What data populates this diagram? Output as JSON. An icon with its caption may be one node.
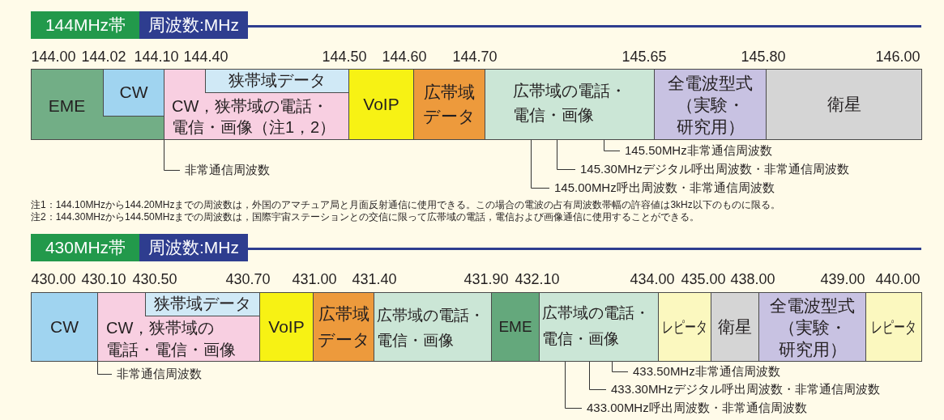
{
  "diagram": {
    "nodes": [
      {
        "text": [
          "144MHz帯"
        ]
      },
      {
        "text": [
          "周波数:MHz"
        ]
      },
      {
        "text": [
          "EME"
        ]
      },
      {
        "text": [
          "CW"
        ],
        "in": 2
      },
      {
        "text": [
          "CW，狭帯域の電話・電信・画像（注1，2）"
        ]
      },
      {
        "text": [
          "狭帯域データ"
        ],
        "in": 4
      },
      {
        "text": [
          "VoIP"
        ]
      },
      {
        "text": [
          "広帯域データ"
        ]
      },
      {
        "text": [
          "広帯域の電話・電信・画像"
        ]
      },
      {
        "text": [
          "全電波型式（実験・研究用）"
        ]
      },
      {
        "text": [
          "衛星"
        ]
      },
      {
        "text": [
          "非常通信周波数"
        ]
      },
      {
        "text": [
          "145.50MHz非常通信周波数"
        ]
      },
      {
        "text": [
          "145.30MHzデジタル呼出周波数・非常通信周波数"
        ]
      },
      {
        "text": [
          "145.00MHz呼出周波数・非常通信周波数"
        ]
      },
      {
        "text": [
          "430MHz帯"
        ]
      },
      {
        "text": [
          "周波数:MHz"
        ]
      },
      {
        "text": [
          "CW"
        ]
      },
      {
        "text": [
          "CW，狭帯域の電話・電信・画像"
        ]
      },
      {
        "text": [
          "狭帯域データ"
        ],
        "in": 18
      },
      {
        "text": [
          "VoIP"
        ]
      },
      {
        "text": [
          "広帯域データ"
        ]
      },
      {
        "text": [
          "広帯域の電話・電信・画像"
        ]
      },
      {
        "text": [
          "EME"
        ]
      },
      {
        "text": [
          "広帯域の電話・電信・画像"
        ]
      },
      {
        "text": [
          "レピータ"
        ]
      },
      {
        "text": [
          "衛星"
        ]
      },
      {
        "text": [
          "全電波型式（実験・研究用）"
        ]
      },
      {
        "text": [
          "レピータ"
        ]
      },
      {
        "text": [
          "非常通信周波数"
        ]
      },
      {
        "text": [
          "433.50MHz非常通信周波数"
        ]
      },
      {
        "text": [
          "433.30MHzデジタル呼出周波数・非常通信周波数"
        ]
      },
      {
        "text": [
          "433.00MHz呼出周波数・非常通信周波数"
        ]
      }
    ],
    "edges": [
      {
        "from": 11,
        "to": 4,
        "arrow": "none"
      },
      {
        "from": 12,
        "to": 8,
        "arrow": "none"
      },
      {
        "from": 13,
        "to": 8,
        "arrow": "none"
      },
      {
        "from": 14,
        "to": 8,
        "arrow": "none"
      },
      {
        "from": 29,
        "to": 18,
        "arrow": "none"
      },
      {
        "from": 30,
        "to": 24,
        "arrow": "none"
      },
      {
        "from": 31,
        "to": 24,
        "arrow": "none"
      },
      {
        "from": 32,
        "to": 24,
        "arrow": "none"
      }
    ],
    "labels": [
      "144.00",
      "144.02",
      "144.10",
      "144.40",
      "144.50",
      "144.60",
      "144.70",
      "145.65",
      "145.80",
      "146.00",
      "注1：144.10MHzから144.20MHzまでの周波数は，外国のアマチュア局と月面反射通信に使用できる。この場合の電波の占有周波数帯幅の許容値は3kHz以下のものに限る。",
      "注2：144.30MHzから144.50MHzまでの周波数は，国際宇宙ステーションとの交信に限って広帯域の電話，電信および画像通信に使用することができる。",
      "430.00",
      "430.10",
      "430.50",
      "430.70",
      "431.00",
      "431.40",
      "431.90",
      "432.10",
      "434.00",
      "435.00",
      "438.00",
      "439.00",
      "440.00"
    ]
  }
}
